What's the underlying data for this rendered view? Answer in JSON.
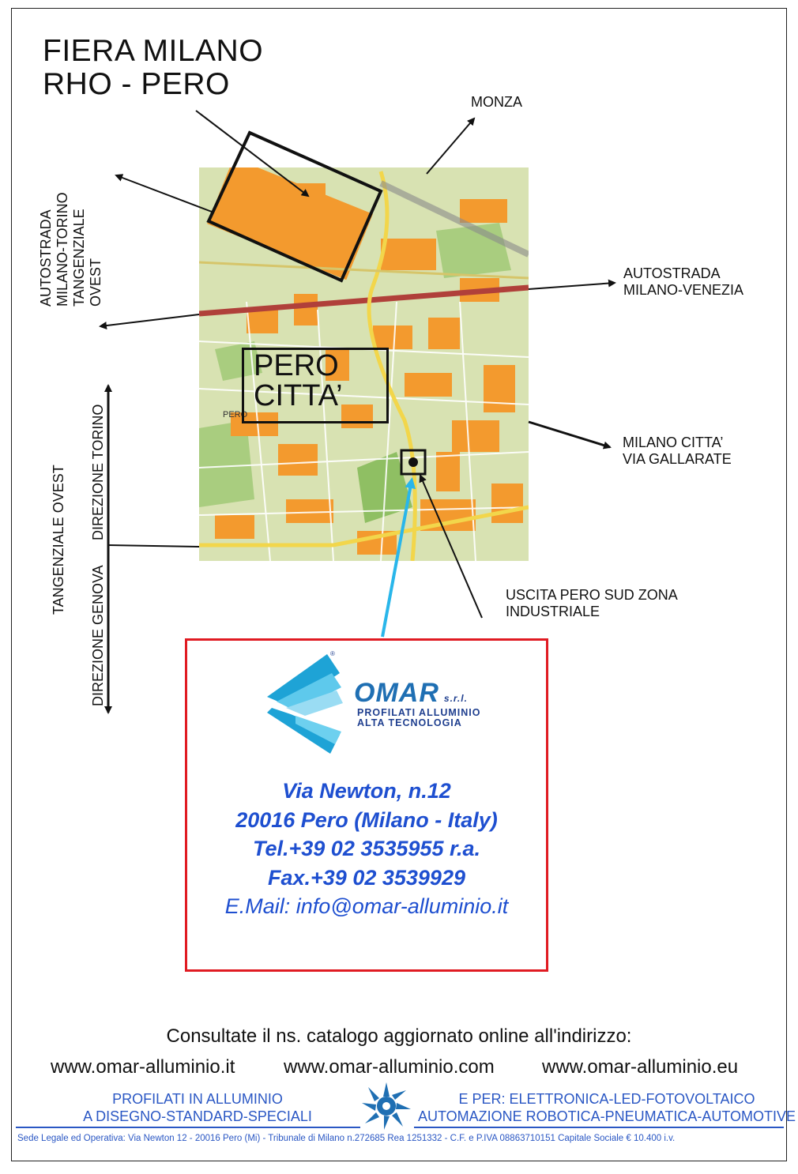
{
  "header": {
    "title_line1": "FIERA MILANO",
    "title_line2": "RHO - PERO"
  },
  "labels": {
    "monza": "MONZA",
    "milano_torino": [
      "AUTOSTRADA",
      "MILANO-TORINO",
      "TANGENZIALE",
      "OVEST"
    ],
    "milano_venezia": [
      "AUTOSTRADA",
      "MILANO-VENEZIA"
    ],
    "milano_citta": [
      "MILANO CITTA’",
      "VIA GALLARATE"
    ],
    "uscita": [
      "USCITA PERO SUD ZONA",
      "INDUSTRIALE"
    ],
    "tangenziale_ovest": "TANGENZIALE OVEST",
    "direzione_torino": "DIREZIONE TORINO",
    "direzione_genova": "DIREZIONE GENOVA",
    "pero_citta": [
      "PERO",
      "CITTA’"
    ],
    "map_town": "PERO"
  },
  "company": {
    "name": "OMAR",
    "suffix": "s.r.l.",
    "tagline1": "PROFILATI ALLUMINIO",
    "tagline2": "ALTA TECNOLOGIA",
    "registered": "®"
  },
  "contact": {
    "street": "Via Newton, n.12",
    "city": "20016 Pero (Milano - Italy)",
    "tel": "Tel.+39 02 3535955 r.a.",
    "fax": "Fax.+39 02 3539929",
    "email": "E.Mail: info@omar-alluminio.it"
  },
  "footer": {
    "catalog": "Consultate il ns. catalogo aggiornato online all'indirizzo:",
    "urls": [
      "www.omar-alluminio.it",
      "www.omar-alluminio.com",
      "www.omar-alluminio.eu"
    ],
    "left_line1": "PROFILATI IN ALLUMINIO",
    "left_line2": "A DISEGNO-STANDARD-SPECIALI",
    "right_line1": "E PER: ELETTRONICA-LED-FOTOVOLTAICO",
    "right_line2": "AUTOMAZIONE ROBOTICA-PNEUMATICA-AUTOMOTIVE",
    "legal": "Sede Legale ed Operativa: Via Newton 12 - 20016 Pero (Mi) -    Tribunale di Milano n.272685  Rea 1251332 - C.F. e P.IVA 08863710151 Capitale Sociale    € 10.400 i.v."
  },
  "colors": {
    "accent_blue": "#1e4fd0",
    "box_red": "#e01b22",
    "arrow_cyan": "#29b6ea",
    "map_orange": "#f39a2e",
    "map_green": "#c9dca0"
  }
}
